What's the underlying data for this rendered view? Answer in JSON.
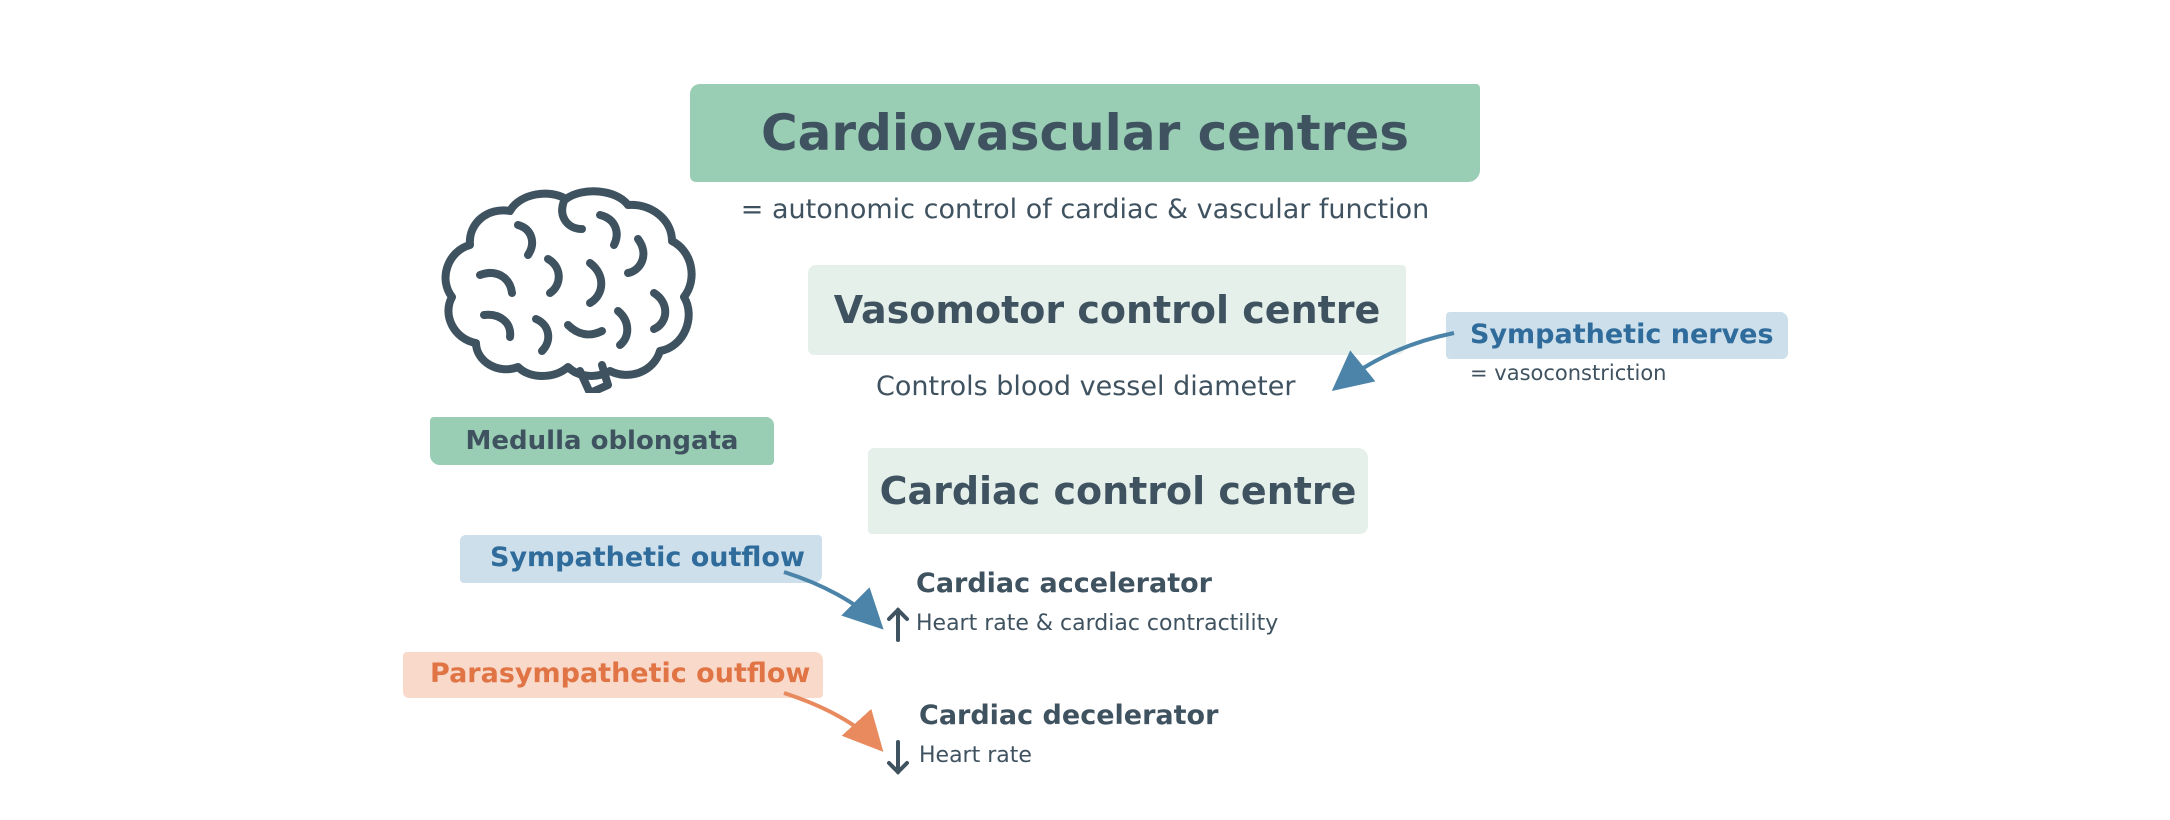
{
  "title": "Cardiovascular centres",
  "subtitle": "= autonomic control of cardiac & vascular function",
  "brain": {
    "icon": "brain-icon",
    "label": "Medulla oblongata"
  },
  "vasomotor": {
    "heading": "Vasomotor control centre",
    "description": "Controls blood vessel diameter",
    "input": {
      "label": "Sympathetic nerves",
      "effect": "= vasoconstriction"
    }
  },
  "cardiac": {
    "heading": "Cardiac control centre",
    "accelerator": {
      "input": "Sympathetic outflow",
      "title": "Cardiac accelerator",
      "effect": "Heart rate & cardiac contractility",
      "direction_icon": "arrow-up-icon"
    },
    "decelerator": {
      "input": "Parasympathetic outflow",
      "title": "Cardiac decelerator",
      "effect": "Heart rate",
      "direction_icon": "arrow-down-icon"
    }
  },
  "colors": {
    "green": "#99cdb4",
    "pale_green": "#e6f0ea",
    "blue_bg": "#ccdfeb",
    "blue_text": "#2f6b9b",
    "orange_bg": "#f8d9ca",
    "orange_text": "#e07444",
    "dark_text": "#3f5260"
  }
}
